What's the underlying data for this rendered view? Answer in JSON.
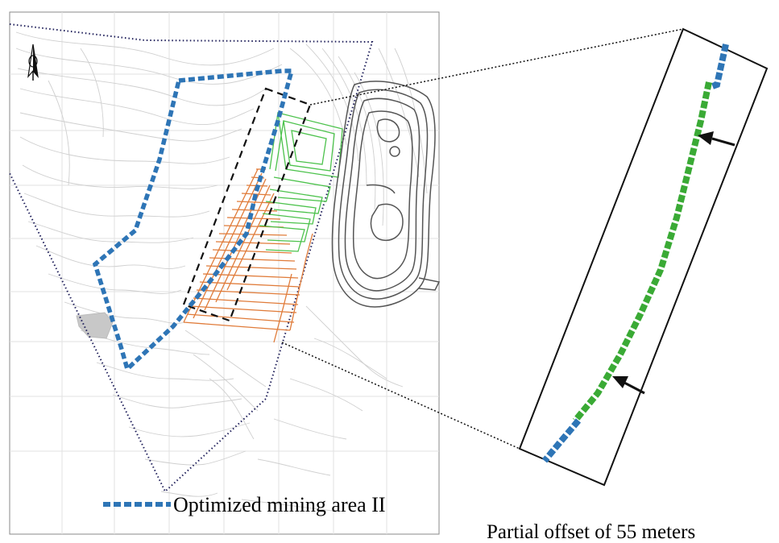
{
  "legend": {
    "label": "Optimized mining area II",
    "style": "dashed",
    "color": "#2e75b6"
  },
  "caption": "Partial offset of 55 meters",
  "colors": {
    "optimized_boundary": "#2e75b6",
    "offset_segment": "#3aaa35",
    "orange_benches": "#e07b39",
    "green_benches": "#4cc24c",
    "region_boundary": "#1f1f5a",
    "contours": "#cfcfcf",
    "pit_outline": "#555555"
  },
  "icons": {
    "north_arrow": "north-arrow-icon",
    "offset_arrow": "arrow-icon"
  }
}
